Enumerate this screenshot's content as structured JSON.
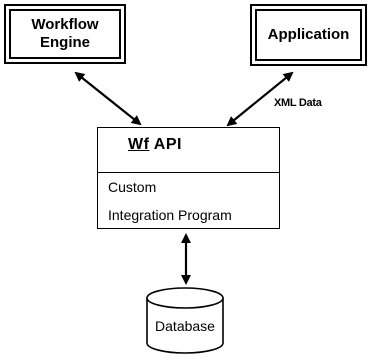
{
  "nodes": {
    "workflow_engine": {
      "line1": "Workflow",
      "line2": "Engine"
    },
    "application": {
      "label": "Application"
    },
    "api": {
      "title_prefix": "Wf",
      "title_suffix": " API",
      "line1": "Custom",
      "line2": "Integration Program"
    },
    "database": {
      "label": "Database"
    }
  },
  "edges": {
    "application_api_label": "XML Data"
  }
}
